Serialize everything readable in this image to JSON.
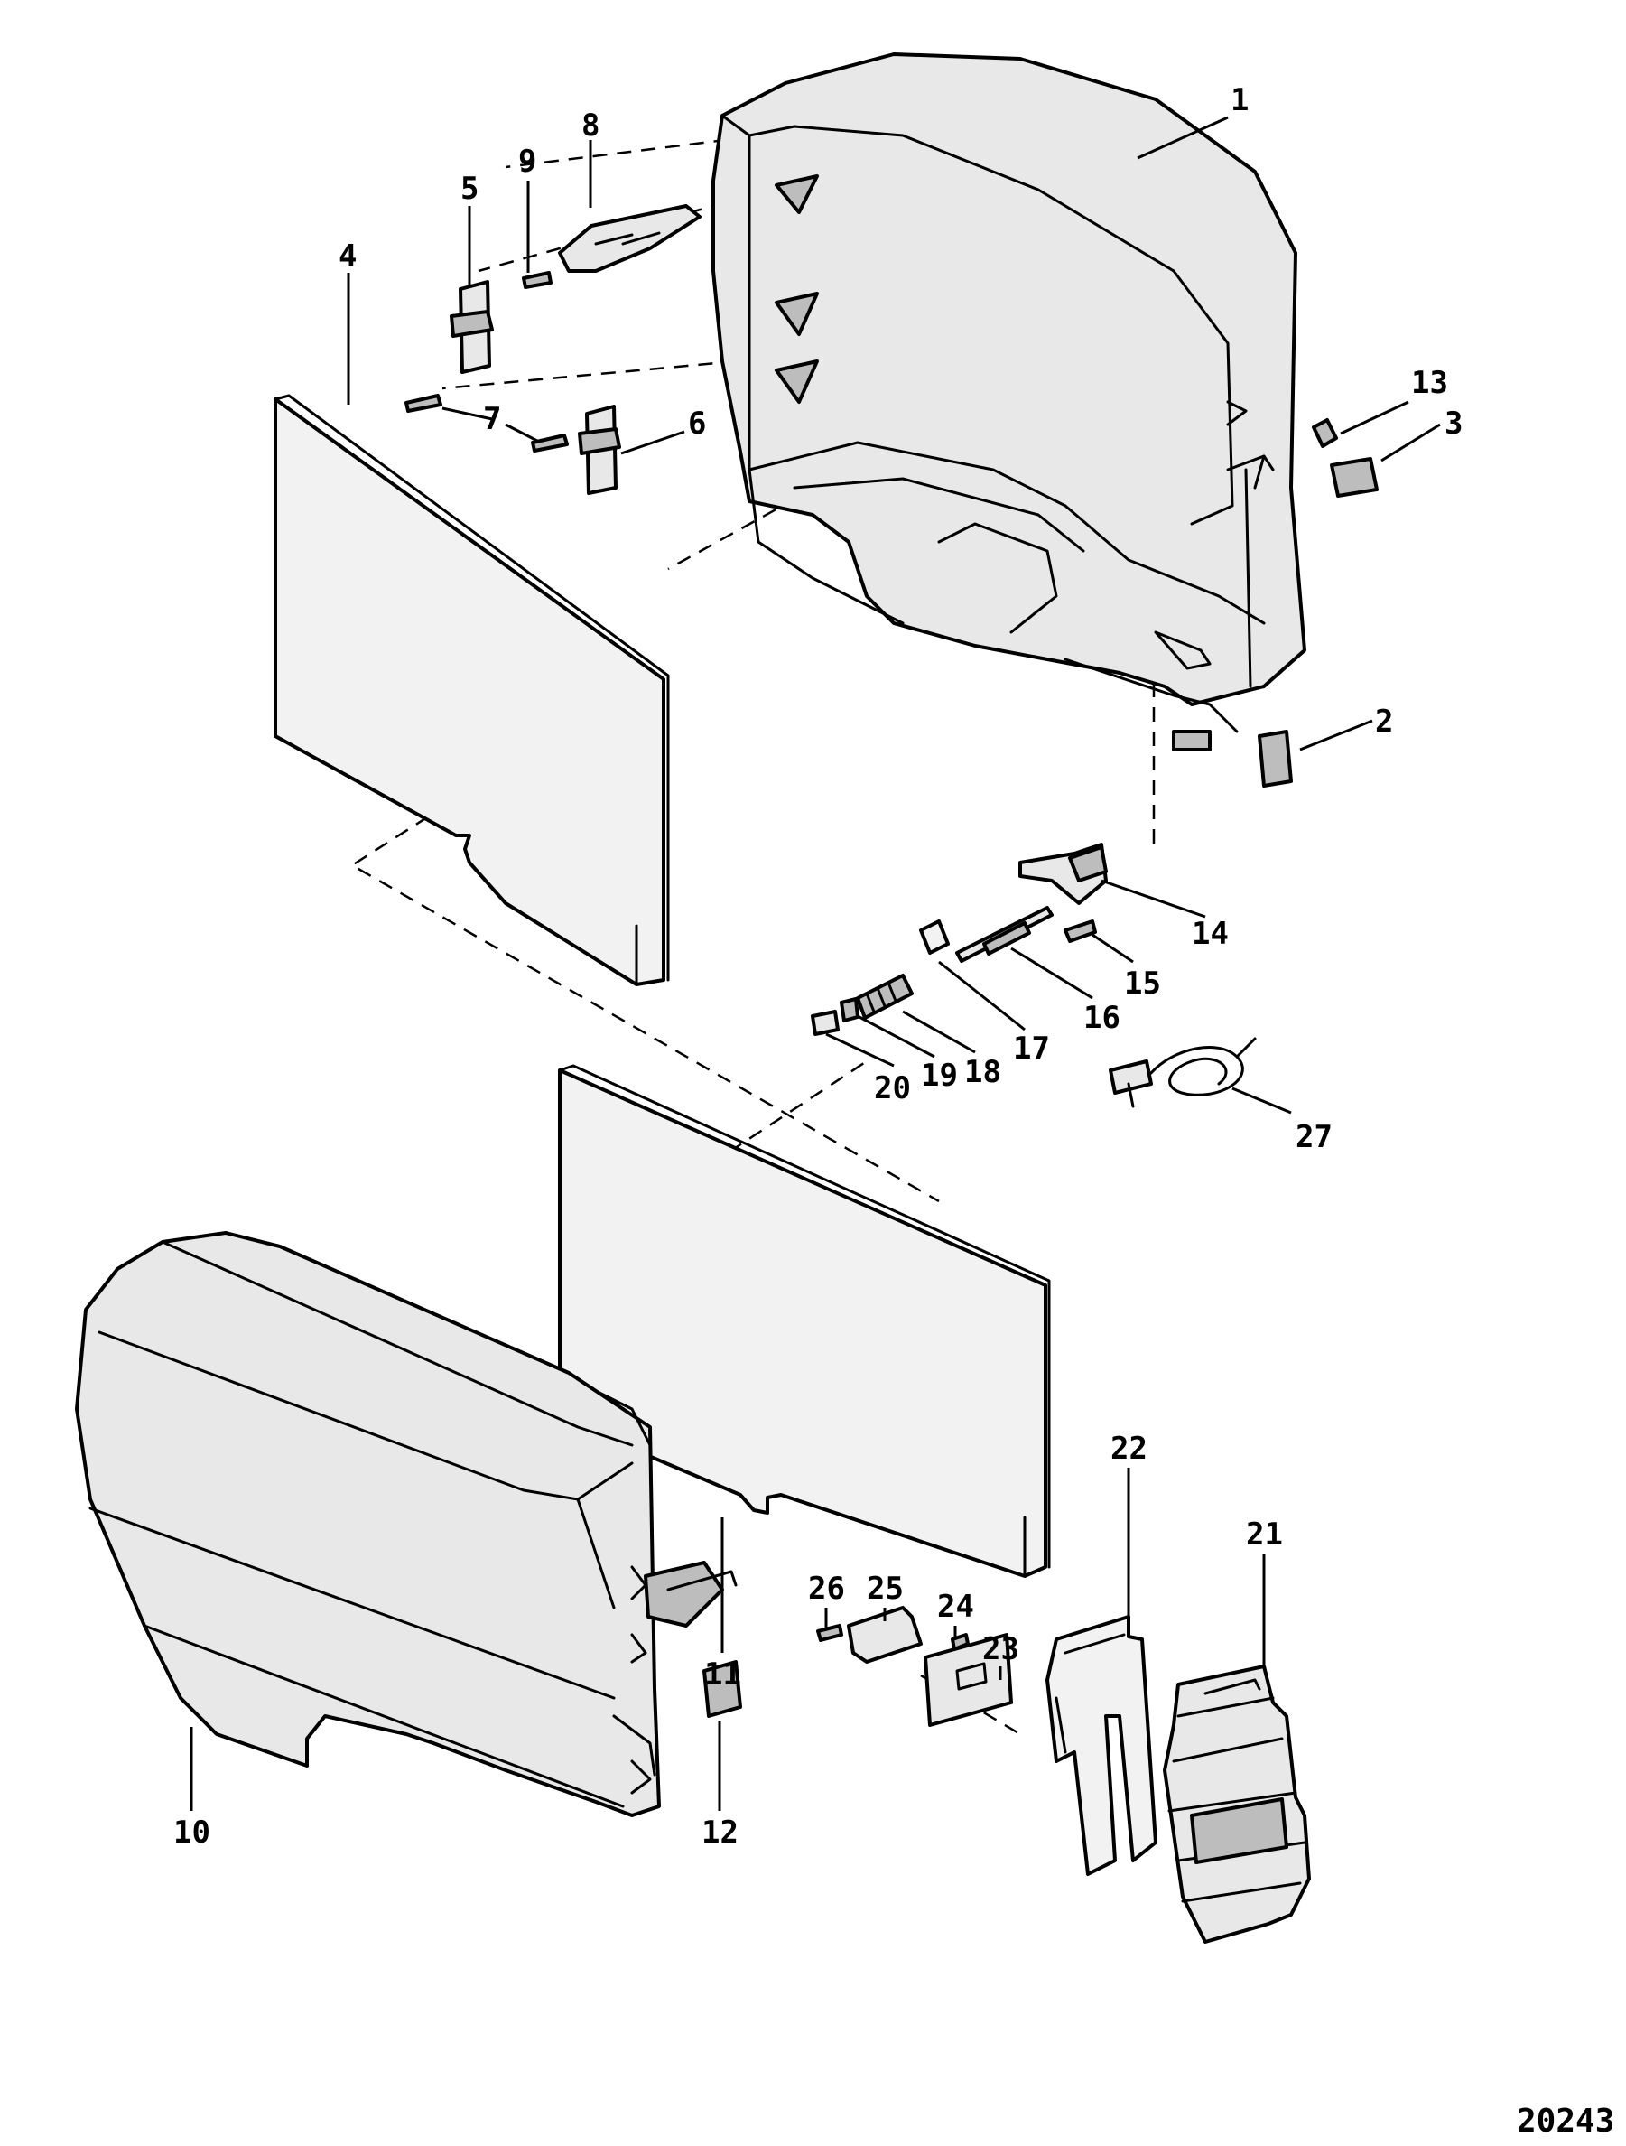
{
  "figure_number": "20243",
  "callouts": [
    {
      "id": "1",
      "text": "1"
    },
    {
      "id": "2",
      "text": "2"
    },
    {
      "id": "3",
      "text": "3"
    },
    {
      "id": "4",
      "text": "4"
    },
    {
      "id": "5",
      "text": "5"
    },
    {
      "id": "6",
      "text": "6"
    },
    {
      "id": "7",
      "text": "7"
    },
    {
      "id": "8",
      "text": "8"
    },
    {
      "id": "9",
      "text": "9"
    },
    {
      "id": "10",
      "text": "10"
    },
    {
      "id": "11",
      "text": "11"
    },
    {
      "id": "12",
      "text": "12"
    },
    {
      "id": "13",
      "text": "13"
    },
    {
      "id": "14",
      "text": "14"
    },
    {
      "id": "15",
      "text": "15"
    },
    {
      "id": "16",
      "text": "16"
    },
    {
      "id": "17",
      "text": "17"
    },
    {
      "id": "18",
      "text": "18"
    },
    {
      "id": "19",
      "text": "19"
    },
    {
      "id": "20",
      "text": "20"
    },
    {
      "id": "21",
      "text": "21"
    },
    {
      "id": "22",
      "text": "22"
    },
    {
      "id": "23",
      "text": "23"
    },
    {
      "id": "24",
      "text": "24"
    },
    {
      "id": "25",
      "text": "25"
    },
    {
      "id": "26",
      "text": "26"
    },
    {
      "id": "27",
      "text": "27"
    }
  ]
}
